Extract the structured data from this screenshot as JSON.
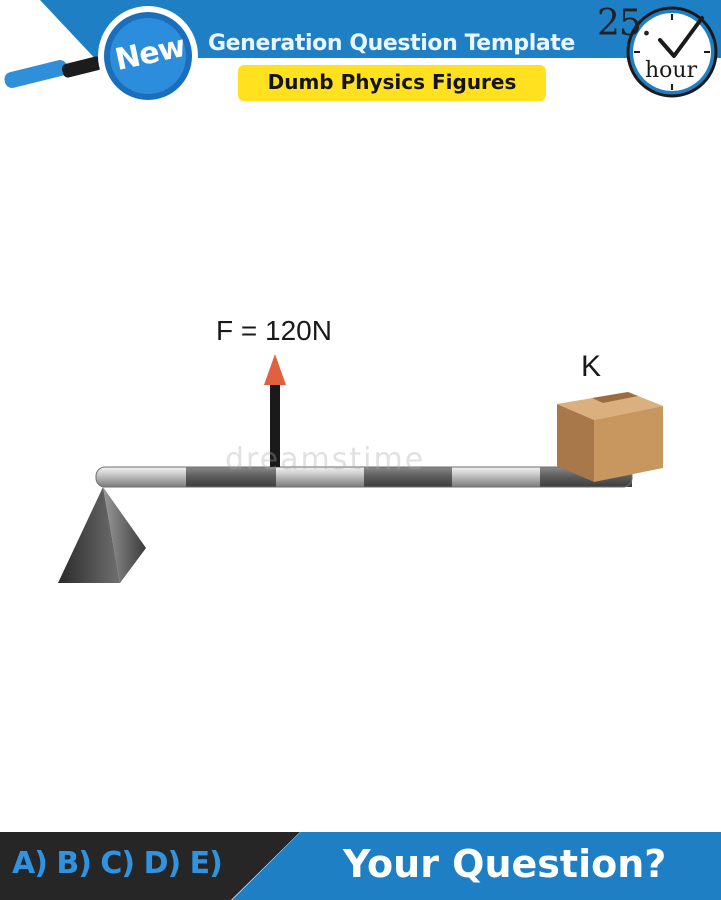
{
  "header": {
    "badge": "New",
    "template_title": "Generation Question Template",
    "subtitle": "Dumb Physics Figures",
    "clock_number": "25.",
    "clock_unit": "hour"
  },
  "figure": {
    "force_label": "F = 120N",
    "mass_label": "K",
    "watermark": "dreamstime"
  },
  "footer": {
    "options": "A) B) C) D) E)",
    "question": "Your Question?"
  },
  "colors": {
    "brand_blue": "#1f7fc4",
    "highlight_yellow": "#ffe11f",
    "footer_dark": "#262626",
    "arrow_head": "#e06040",
    "box": "#c89a63"
  },
  "icons": [
    "magnifier-icon",
    "clock-icon",
    "checkmark-icon",
    "force-arrow-icon",
    "fulcrum-icon",
    "box-icon"
  ]
}
